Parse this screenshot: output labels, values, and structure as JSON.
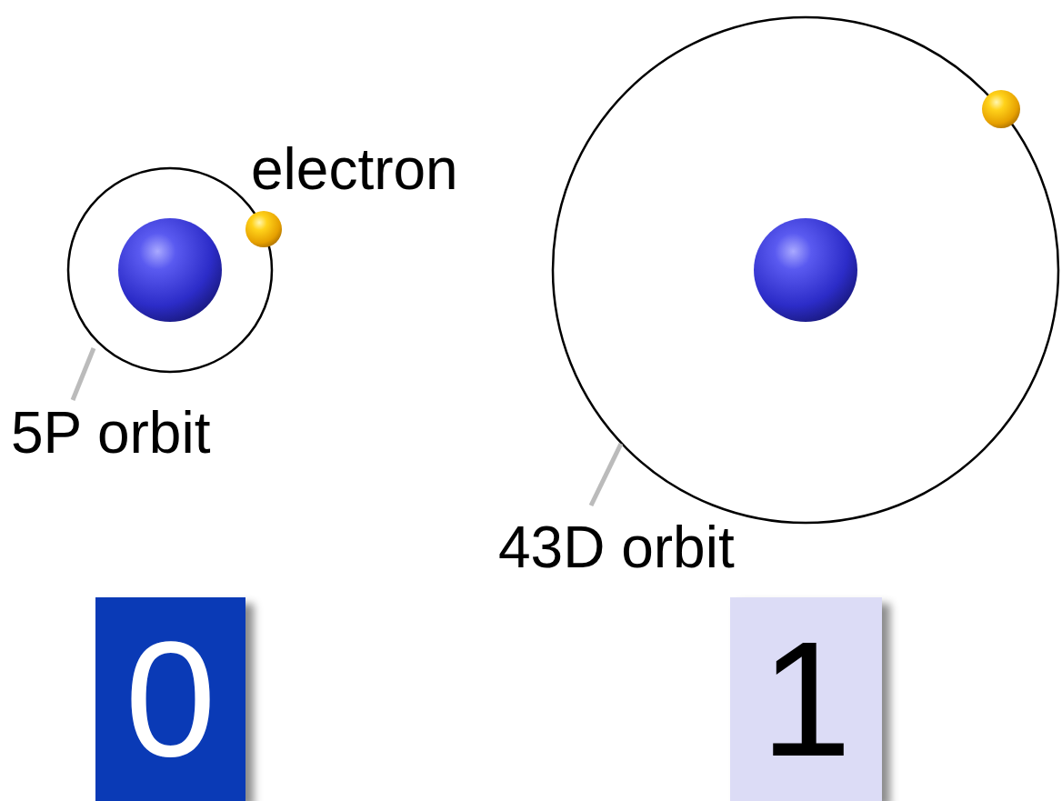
{
  "diagram": {
    "nodes": [
      {
        "text": [
          "0"
        ]
      },
      {
        "text": [
          "1"
        ]
      }
    ],
    "labels": [
      "electron",
      "5P orbit",
      "43D orbit"
    ]
  }
}
